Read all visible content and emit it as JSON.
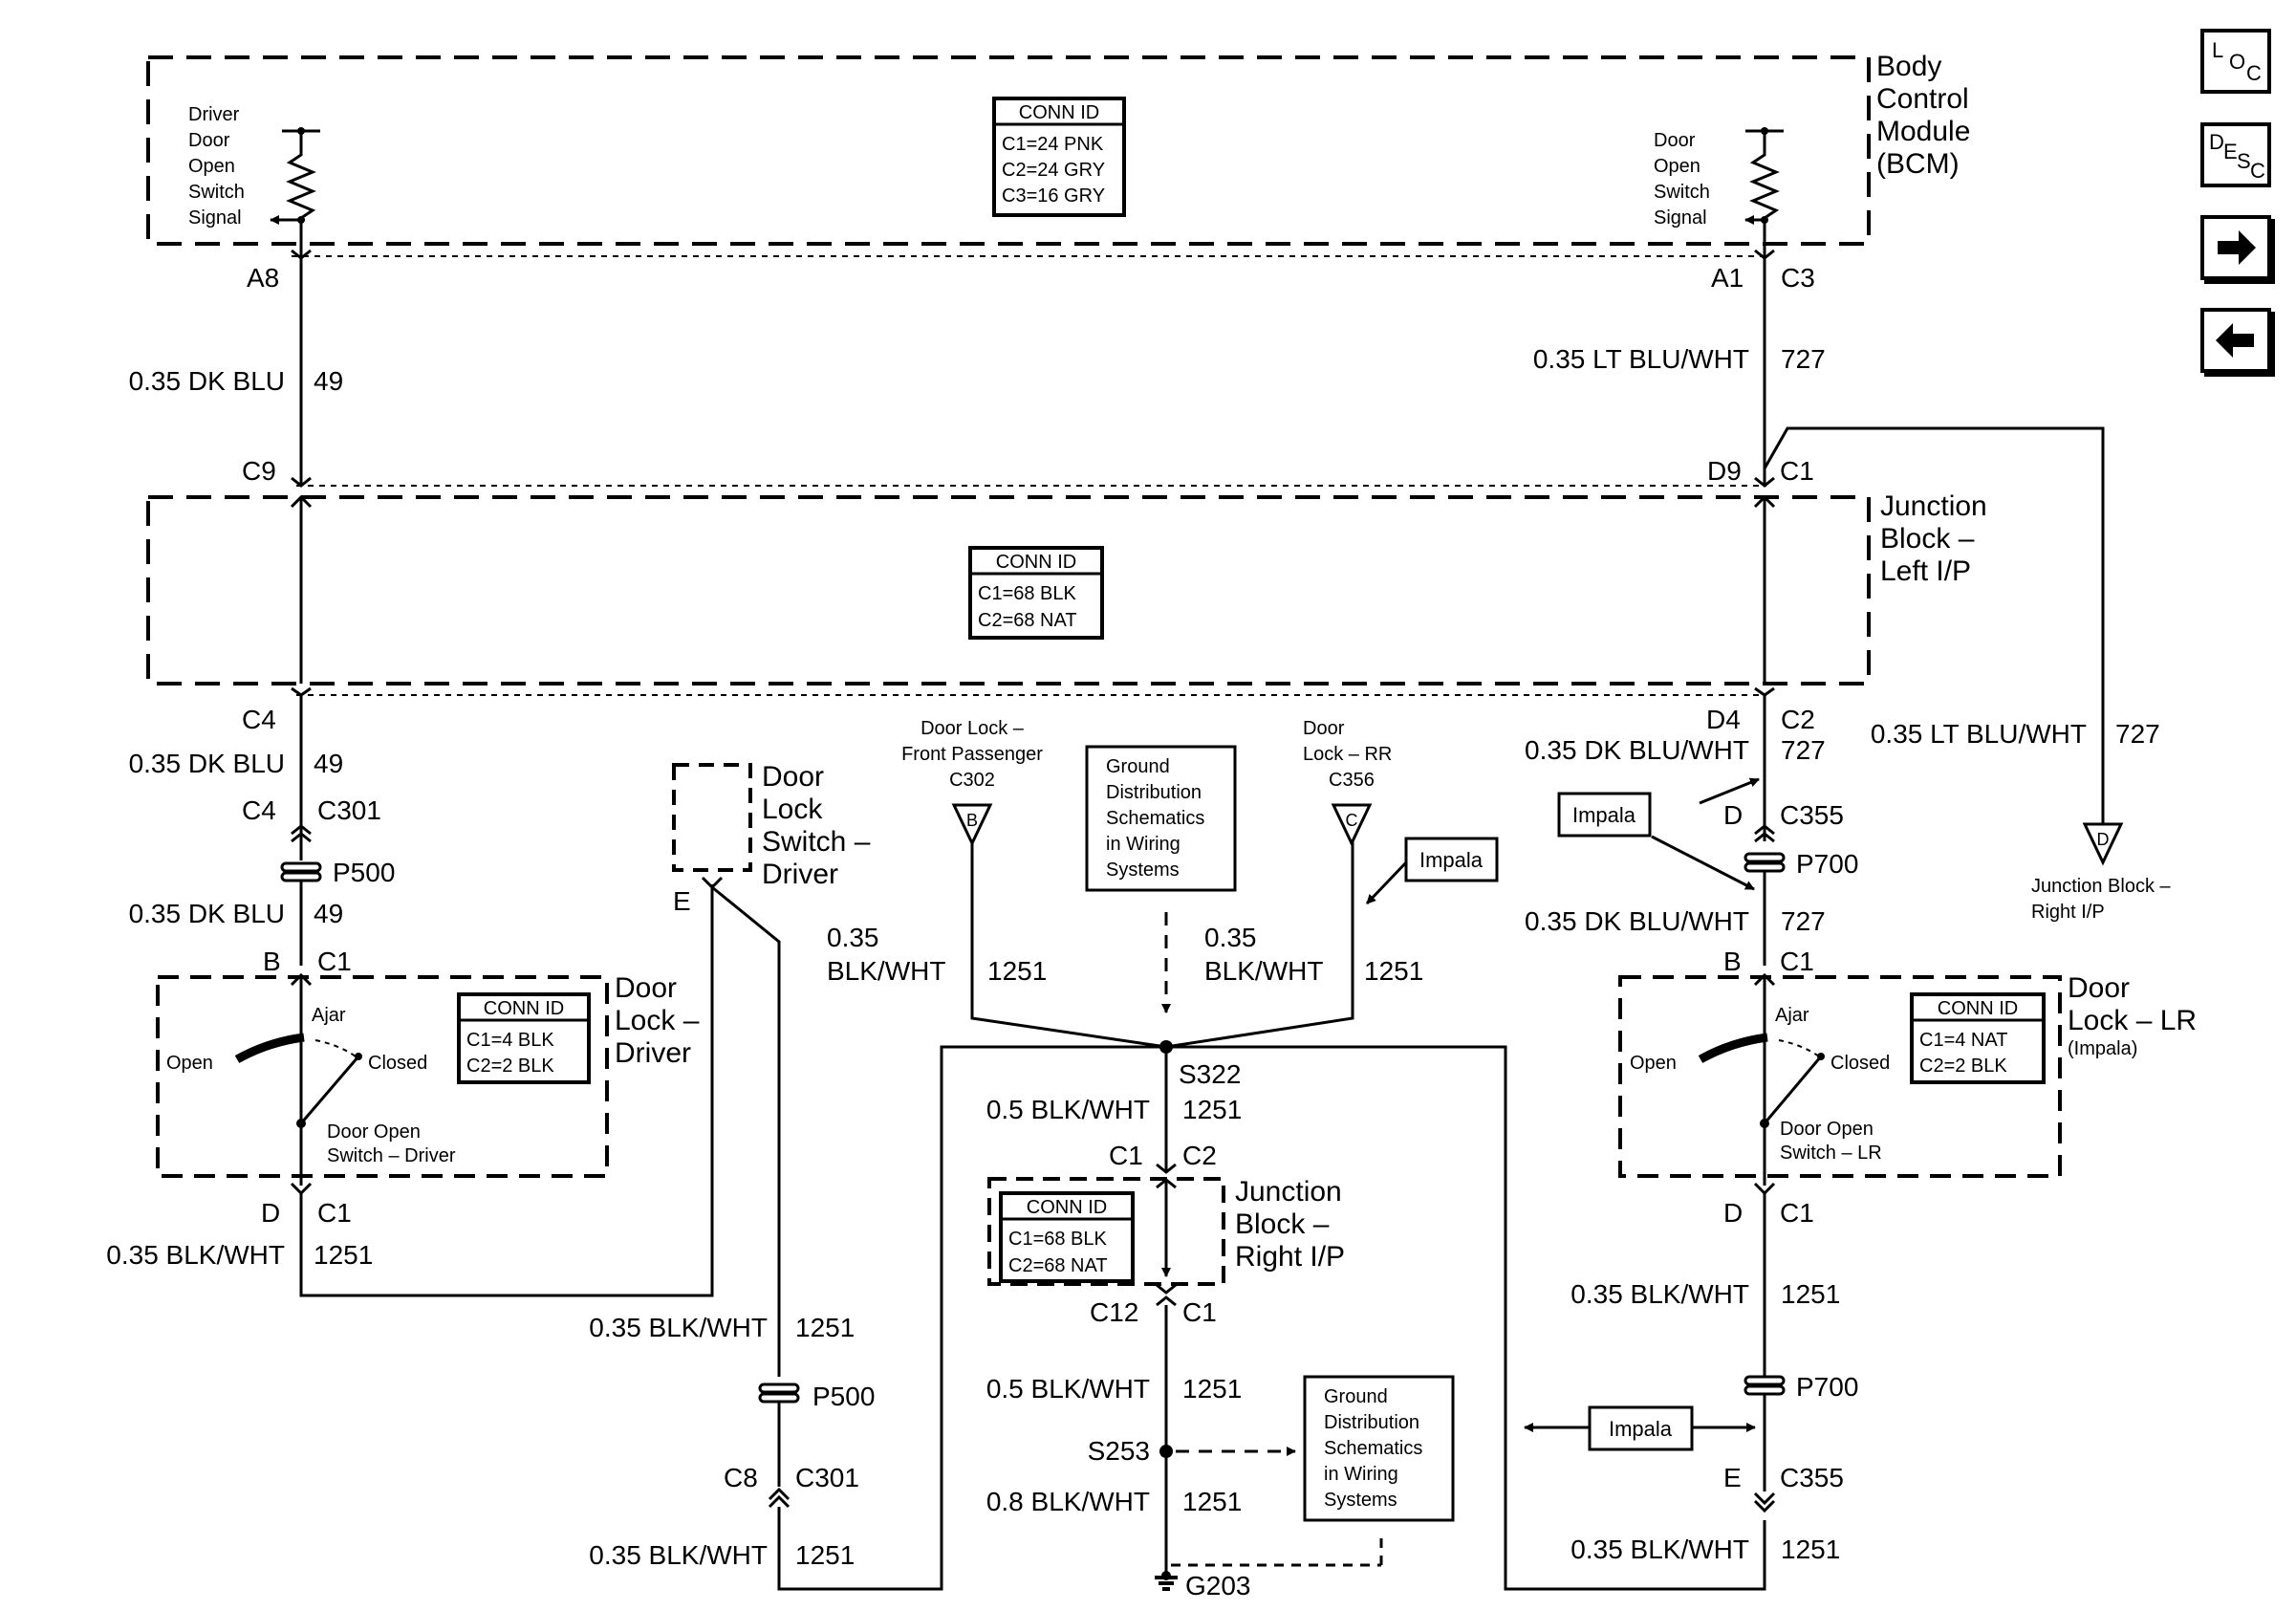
{
  "modules": {
    "bcm": {
      "name_lines": [
        "Body",
        "Control",
        "Module",
        "(BCM)"
      ],
      "conn_id": {
        "header": "CONN ID",
        "rows": [
          "C1=24 PNK",
          "C2=24 GRY",
          "C3=16 GRY"
        ]
      }
    },
    "jb_left": {
      "name_lines": [
        "Junction",
        "Block –",
        "Left I/P"
      ],
      "conn_id": {
        "header": "CONN ID",
        "rows": [
          "C1=68 BLK",
          "C2=68 NAT"
        ]
      }
    },
    "jb_right": {
      "name_lines": [
        "Junction",
        "Block –",
        "Right I/P"
      ],
      "conn_id": {
        "header": "CONN ID",
        "rows": [
          "C1=68 BLK",
          "C2=68 NAT"
        ]
      }
    },
    "door_lock_driver": {
      "name_lines": [
        "Door",
        "Lock –",
        "Driver"
      ],
      "conn_id": {
        "header": "CONN ID",
        "rows": [
          "C1=4 BLK",
          "C2=2 BLK"
        ]
      }
    },
    "door_lock_lr": {
      "name_lines": [
        "Door",
        "Lock – LR"
      ],
      "note": "(Impala)",
      "conn_id": {
        "header": "CONN ID",
        "rows": [
          "C1=4 NAT",
          "C2=2 BLK"
        ]
      }
    },
    "door_lock_switch_driver": {
      "name_lines": [
        "Door",
        "Lock",
        "Switch –",
        "Driver"
      ]
    }
  },
  "bcm_inputs": {
    "driver": [
      "Driver",
      "Door",
      "Open",
      "Switch",
      "Signal"
    ],
    "door": [
      "Door",
      "Open",
      "Switch",
      "Signal"
    ]
  },
  "switches": {
    "driver": {
      "ajar": "Ajar",
      "open": "Open",
      "closed": "Closed",
      "name": [
        "Door Open",
        "Switch – Driver"
      ]
    },
    "lr": {
      "ajar": "Ajar",
      "open": "Open",
      "closed": "Closed",
      "name": [
        "Door Open",
        "Switch – LR"
      ]
    }
  },
  "pins": {
    "a8": "A8",
    "a1": "A1",
    "c3": "C3",
    "c9": "C9",
    "d9": "D9",
    "c1": "C1",
    "c4": "C4",
    "d4": "D4",
    "c2": "C2",
    "c301": "C301",
    "d": "D",
    "c355": "C355",
    "b": "B",
    "e": "E",
    "c12": "C12",
    "c8": "C8"
  },
  "wires": {
    "dk_blu": "0.35 DK BLU",
    "n49": "49",
    "lt_blu_wht": "0.35 LT BLU/WHT",
    "n727": "727",
    "dk_blu_wht": "0.35 DK BLU/WHT",
    "blk_wht_035": "0.35 BLK/WHT",
    "n1251": "1251",
    "blk_wht_05": "0.5 BLK/WHT",
    "blk_wht_08": "0.8 BLK/WHT",
    "n035": "0.35",
    "blk_wht": "BLK/WHT"
  },
  "inline": {
    "p500": "P500",
    "p700": "P700"
  },
  "splices": {
    "s322": "S322",
    "s253": "S253",
    "g203": "G203"
  },
  "offpage": {
    "front_passenger": {
      "lines": [
        "Door Lock –",
        "Front Passenger",
        "C302"
      ],
      "letter": "B"
    },
    "rr": {
      "lines": [
        "Door",
        "Lock – RR",
        "C356"
      ],
      "letter": "C"
    },
    "jb_right": {
      "lines": [
        "Junction Block –",
        "Right I/P"
      ],
      "letter": "D"
    }
  },
  "references": {
    "gd1": [
      "Ground",
      "Distribution",
      "Schematics",
      "in Wiring",
      "Systems"
    ],
    "gd2": [
      "Ground",
      "Distribution",
      "Schematics",
      "in Wiring",
      "Systems"
    ]
  },
  "options": {
    "impala": "Impala"
  },
  "nav": {
    "loc": [
      "L",
      "O",
      "C"
    ],
    "desc": [
      "D",
      "E",
      "S",
      "C"
    ],
    "next_icon": "arrow-right-icon",
    "prev_icon": "arrow-left-icon"
  }
}
